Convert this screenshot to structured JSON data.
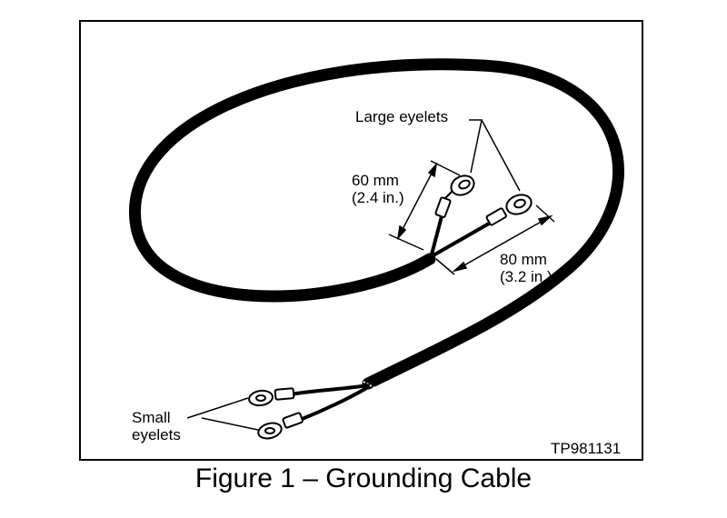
{
  "labels": {
    "large_eyelets": "Large eyelets",
    "dim_60": "60 mm\n(2.4 in.)",
    "dim_80": "80 mm\n(3.2 in.)",
    "small_eyelets": "Small\neyelets",
    "part_number": "TP981131"
  },
  "caption": "Figure 1 – Grounding Cable"
}
